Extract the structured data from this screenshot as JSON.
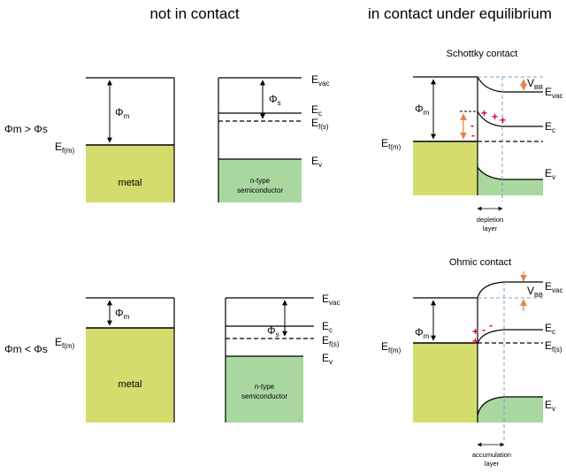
{
  "headers": {
    "left": "not in contact",
    "right": "in contact under equilibrium"
  },
  "conditions": {
    "top": "Φm > Φs",
    "bottom": "Φm < Φs"
  },
  "contacts": {
    "top": "Schottky contact",
    "bottom": "Ohmic contact"
  },
  "materials": {
    "metal": "metal",
    "semi_line1": "n-type",
    "semi_line2": "semiconductor"
  },
  "levels": {
    "phi_m_sym": "Φ",
    "phi_m_sub": "m",
    "phi_s_sym": "Φ",
    "phi_s_sub": "s",
    "ef_main": "E",
    "ef_metal_sub": "f(m)",
    "ef_semi_sub": "f(s)",
    "evac_main": "E",
    "evac_sub": "vac",
    "ec_main": "E",
    "ec_sub": "c",
    "ev_main": "E",
    "ev_sub": "v",
    "vbb_main": "V",
    "vbb_sub": "BB"
  },
  "layers": {
    "depletion_line1": "depletion",
    "depletion_line2": "layer",
    "accumulation_line1": "accumulation",
    "accumulation_line2": "layer"
  },
  "charges": {
    "plus": "+",
    "minus": "-"
  },
  "colors": {
    "metal_fill": "#d4dc6e",
    "semi_fill": "#a8d8a0",
    "arrow_orange": "#e8844a",
    "dashed_blue": "#7aa0c4",
    "charge_red": "#cc0033"
  }
}
